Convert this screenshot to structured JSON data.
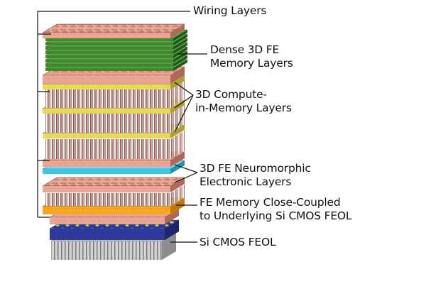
{
  "labels": {
    "wiring": [
      "Wiring Layers"
    ],
    "dense_fe_memory": [
      "Dense 3D FE",
      "Memory Layers"
    ],
    "compute_in_memory": [
      "3D Compute-",
      "in-Memory Layers"
    ],
    "neuromorphic": [
      "3D FE Neuromorphic",
      "Electronic Layers"
    ],
    "close_coupled": [
      "FE Memory Close-Coupled",
      "to Underlying Si CMOS FEOL"
    ],
    "si_cmos_feol": [
      "Si CMOS FEOL"
    ]
  },
  "colors": {
    "wiring_salmon": "#e8a594",
    "wiring_dark": "#9a4a3a",
    "memory_green": "#3c8a2c",
    "memory_green_dark": "#1f5a18",
    "cim_yellow": "#e8d85c",
    "neuro_cyan": "#39c6e8",
    "close_orange": "#f5a623",
    "feol_blue": "#2c3a9c",
    "feol_yellow": "#c8c844",
    "silicon_gray": "#a8a8a8",
    "leader_line": "#111111"
  }
}
